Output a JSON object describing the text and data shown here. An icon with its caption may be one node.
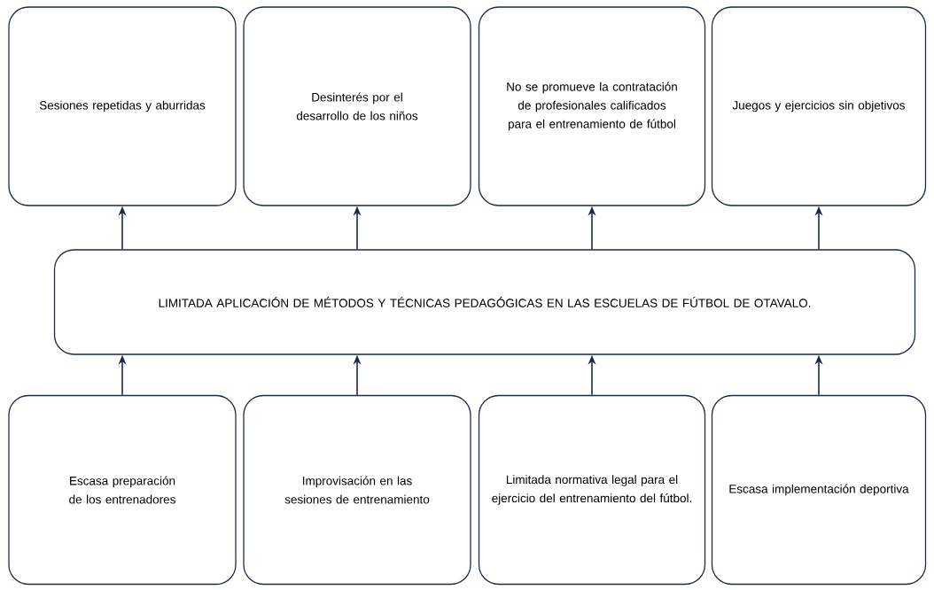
{
  "diagram": {
    "nodes": [
      {
        "text": [
          "Sesiones repetidas y aburridas"
        ]
      },
      {
        "text": [
          "Desinterés por el desarrollo de los niños"
        ]
      },
      {
        "text": [
          "No se promueve la contratación de profesionales calificados para el entrenamiento de fútbol"
        ]
      },
      {
        "text": [
          "Juegos y ejercicios sin objetivos"
        ]
      },
      {
        "text": [
          "LIMITADA APLICACIÓN DE MÉTODOS Y TÉCNICAS PEDAGÓGICAS EN LAS ESCUELAS DE FÚTBOL DE OTAVALO."
        ]
      },
      {
        "text": [
          "Escasa preparación de los entrenadores"
        ]
      },
      {
        "text": [
          "Improvisación en las sesiones de entrenamiento"
        ]
      },
      {
        "text": [
          "Limitada normativa legal para el ejercicio del entrenamiento del fútbol."
        ]
      },
      {
        "text": [
          "Escasa implementación deportiva"
        ]
      }
    ],
    "edges": [
      {
        "from": 4,
        "to": 0,
        "arrow": "to"
      },
      {
        "from": 4,
        "to": 1,
        "arrow": "to"
      },
      {
        "from": 4,
        "to": 2,
        "arrow": "to"
      },
      {
        "from": 4,
        "to": 3,
        "arrow": "to"
      },
      {
        "from": 5,
        "to": 4,
        "arrow": "to"
      },
      {
        "from": 6,
        "to": 4,
        "arrow": "to"
      },
      {
        "from": 7,
        "to": 4,
        "arrow": "to"
      },
      {
        "from": 8,
        "to": 4,
        "arrow": "to"
      }
    ]
  }
}
